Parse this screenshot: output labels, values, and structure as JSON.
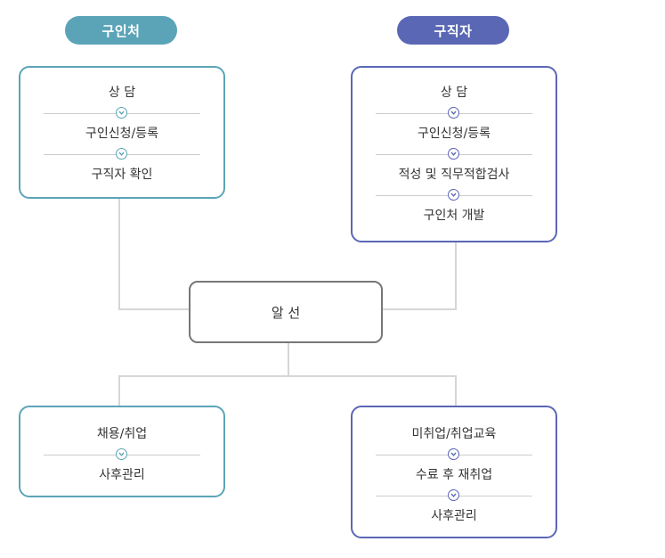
{
  "employer": {
    "label": "구인처",
    "color": "#5ba4b8",
    "steps": [
      "상 담",
      "구인신청/등록",
      "구직자 확인"
    ]
  },
  "seeker": {
    "label": "구직자",
    "color": "#5a67b4",
    "steps": [
      "상 담",
      "구인신청/등록",
      "적성 및 직무적합검사",
      "구인처 개발"
    ]
  },
  "center": {
    "label": "알 선"
  },
  "employment": {
    "steps": [
      "채용/취업",
      "사후관리"
    ]
  },
  "unemployed": {
    "steps": [
      "미취업/취업교육",
      "수료 후 재취업",
      "사후관리"
    ]
  },
  "icons": {
    "arrow": "chevron-down-circle-icon"
  }
}
